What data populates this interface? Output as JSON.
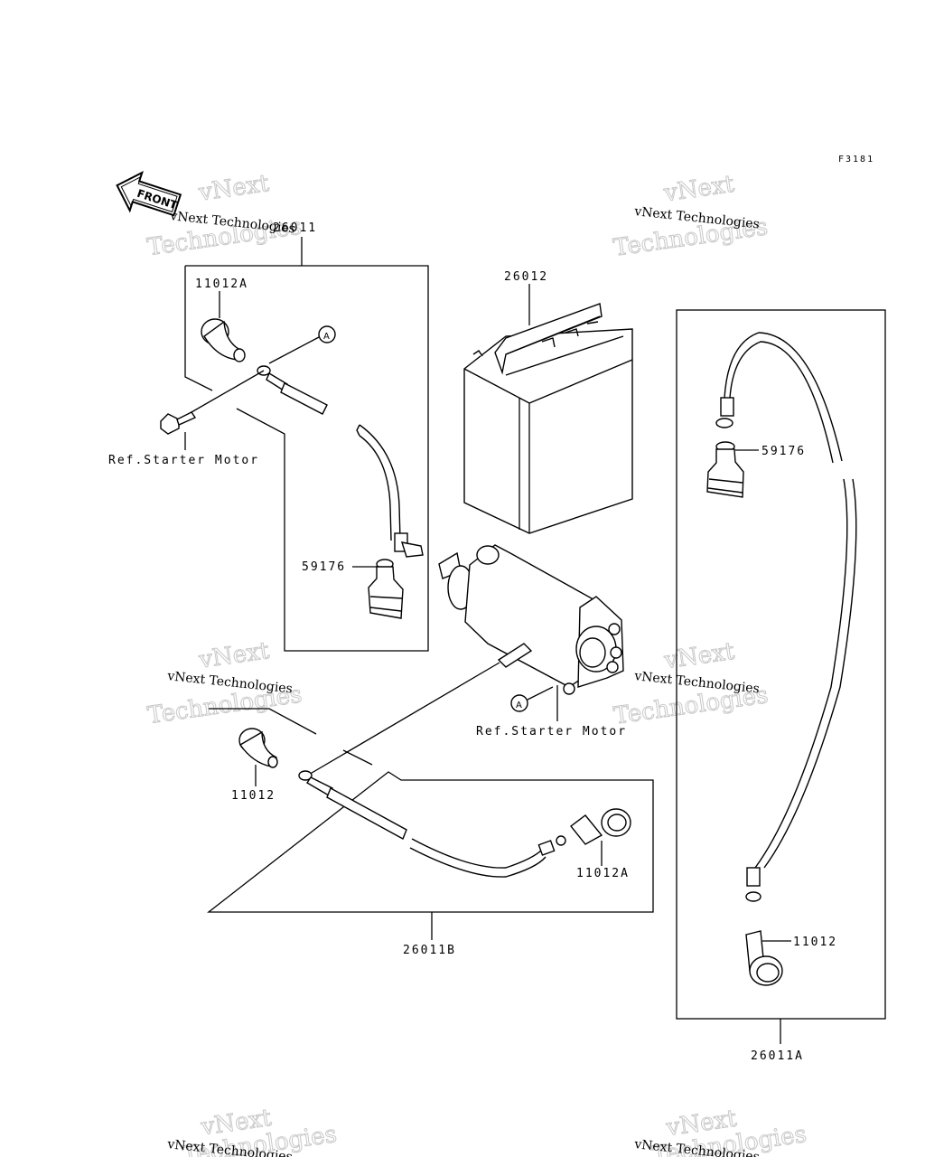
{
  "diagram_code": "F3181",
  "front_arrow": "FRONT",
  "watermark": {
    "line1": "vNext Technologies",
    "line2": "Technologies",
    "line3": "vNext"
  },
  "callout_a": "A",
  "parts": {
    "p26011": "26011",
    "p11012A_top": "11012A",
    "p26012": "26012",
    "ref_starter_motor_top": "Ref.Starter Motor",
    "p59176_left": "59176",
    "p59176_right": "59176",
    "ref_starter_motor_mid": "Ref.Starter Motor",
    "p11012_left": "11012",
    "p11012A_bottom": "11012A",
    "p26011B": "26011B",
    "p11012_right": "11012",
    "p26011A": "26011A"
  }
}
